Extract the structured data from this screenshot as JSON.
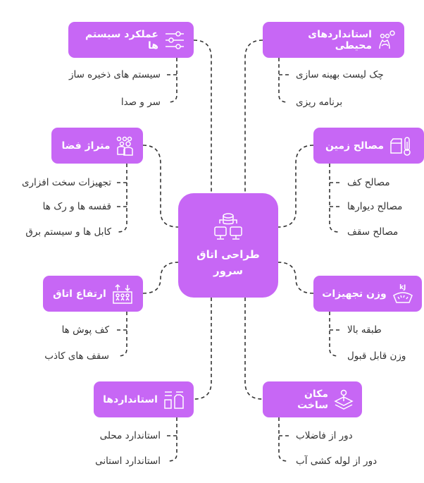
{
  "center": {
    "title": "طراحی اتاق سرور",
    "icon": "server-network-icon"
  },
  "branches": [
    {
      "label": "عملکرد سیستم ها",
      "icon": "sliders-icon",
      "children": [
        "سیستم های ذخیره ساز",
        "سر و صدا"
      ]
    },
    {
      "label": "متراژ فضا",
      "icon": "people-group-icon",
      "children": [
        "تجهیزات سخت افزاری",
        "قفسه ها و رک ها",
        "کابل ها و سیستم برق"
      ]
    },
    {
      "label": "ارتفاع اتاق",
      "icon": "height-arrows-icon",
      "children": [
        "کف پوش ها",
        "سقف های کاذب"
      ]
    },
    {
      "label": "استانداردها",
      "icon": "standards-icon",
      "children": [
        "استاندارد محلی",
        "استاندارد استانی"
      ]
    },
    {
      "label": "استانداردهای محیطی",
      "icon": "environment-people-icon",
      "children": [
        "چک لیست بهینه سازی",
        "برنامه ریزی"
      ]
    },
    {
      "label": "مصالح زمین",
      "icon": "thermometer-box-icon",
      "children": [
        "مصالح کف",
        "مصالح دیوارها",
        "مصالح سقف"
      ]
    },
    {
      "label": "وزن تجهیزات",
      "icon": "weight-scale-icon",
      "icon_text": "kJ",
      "children": [
        "طبقه بالا",
        "وزن قابل قبول"
      ]
    },
    {
      "label": "مکان ساخت",
      "icon": "location-layers-icon",
      "children": [
        "دور از فاضلاب",
        "دور از لوله کشی آب"
      ]
    }
  ],
  "colors": {
    "node": "#c767f5",
    "line": "#333333",
    "text": "#333333"
  }
}
